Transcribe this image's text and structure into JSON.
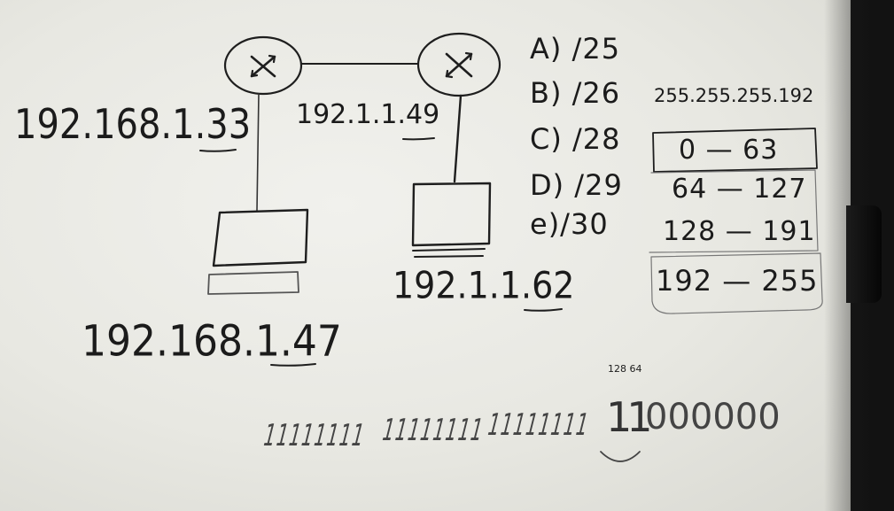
{
  "network": {
    "host_left_ip": "192.168.1.33",
    "router_link_ip": "192.1.1.49",
    "laptop_ip": "192.168.1.47",
    "host_right_ip": "192.1.1.62"
  },
  "options": {
    "a": "A) /25",
    "b": "B) /26",
    "b_mask": "255.255.255.192",
    "c": "C) /28",
    "d": "D) /29",
    "e": "e)/30"
  },
  "ranges": [
    "0 — 63",
    "64 — 127",
    "128 — 191",
    "192 — 255"
  ],
  "bits": {
    "groups": [
      "11111111",
      "11111111",
      "11111111"
    ],
    "last_octet_ones": "11",
    "last_octet_zeros": "000000",
    "note": "128 64"
  },
  "icons": [
    "router-icon",
    "laptop-icon",
    "desktop-computer-icon"
  ]
}
